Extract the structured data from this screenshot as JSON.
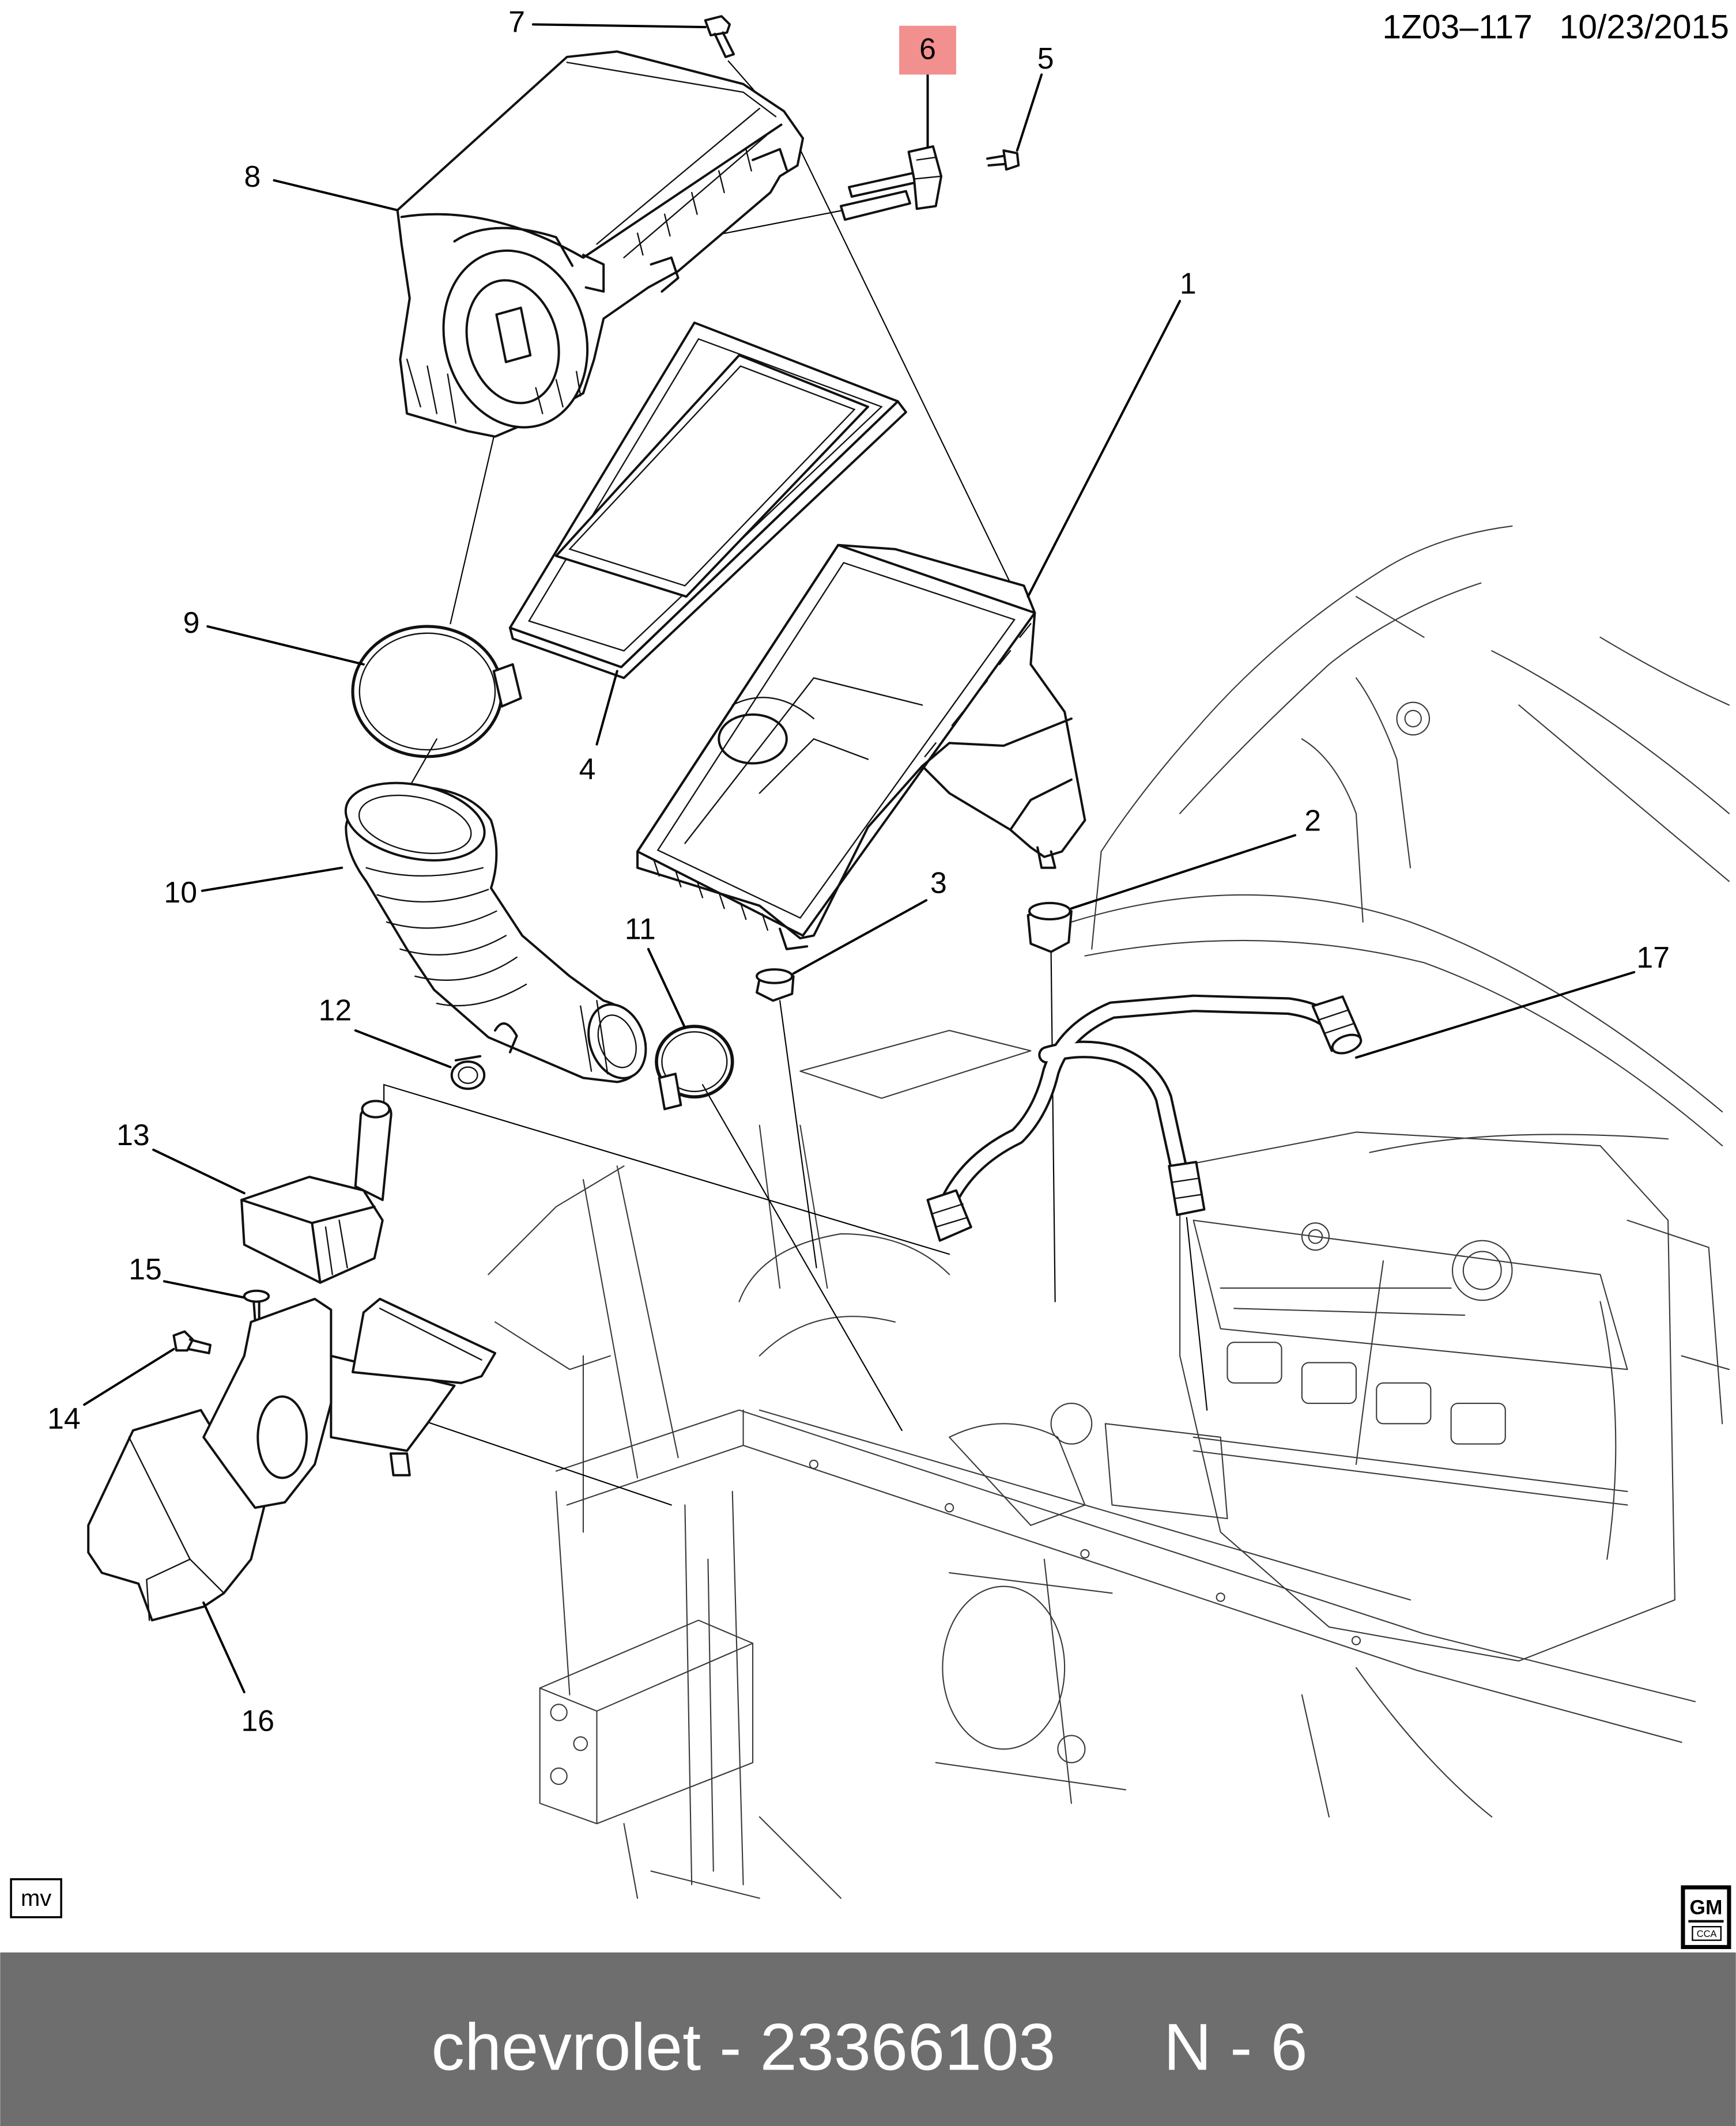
{
  "header": {
    "drawing_id": "1Z03–117",
    "date": "10/23/2015"
  },
  "callouts": [
    {
      "label": "1"
    },
    {
      "label": "2"
    },
    {
      "label": "3"
    },
    {
      "label": "4"
    },
    {
      "label": "5"
    },
    {
      "label": "6",
      "highlighted": true
    },
    {
      "label": "7"
    },
    {
      "label": "8"
    },
    {
      "label": "9"
    },
    {
      "label": "10"
    },
    {
      "label": "11"
    },
    {
      "label": "12"
    },
    {
      "label": "13"
    },
    {
      "label": "14"
    },
    {
      "label": "15"
    },
    {
      "label": "16"
    },
    {
      "label": "17"
    }
  ],
  "highlight_color": "#f28f8f",
  "corner_label": "mv",
  "logo": {
    "text": "GM",
    "subtext": "CCA"
  },
  "footer": {
    "part_text": "chevrolet - 23366103",
    "code": "N - 6",
    "bar_color": "#6e6e6e",
    "text_color": "#ffffff"
  }
}
